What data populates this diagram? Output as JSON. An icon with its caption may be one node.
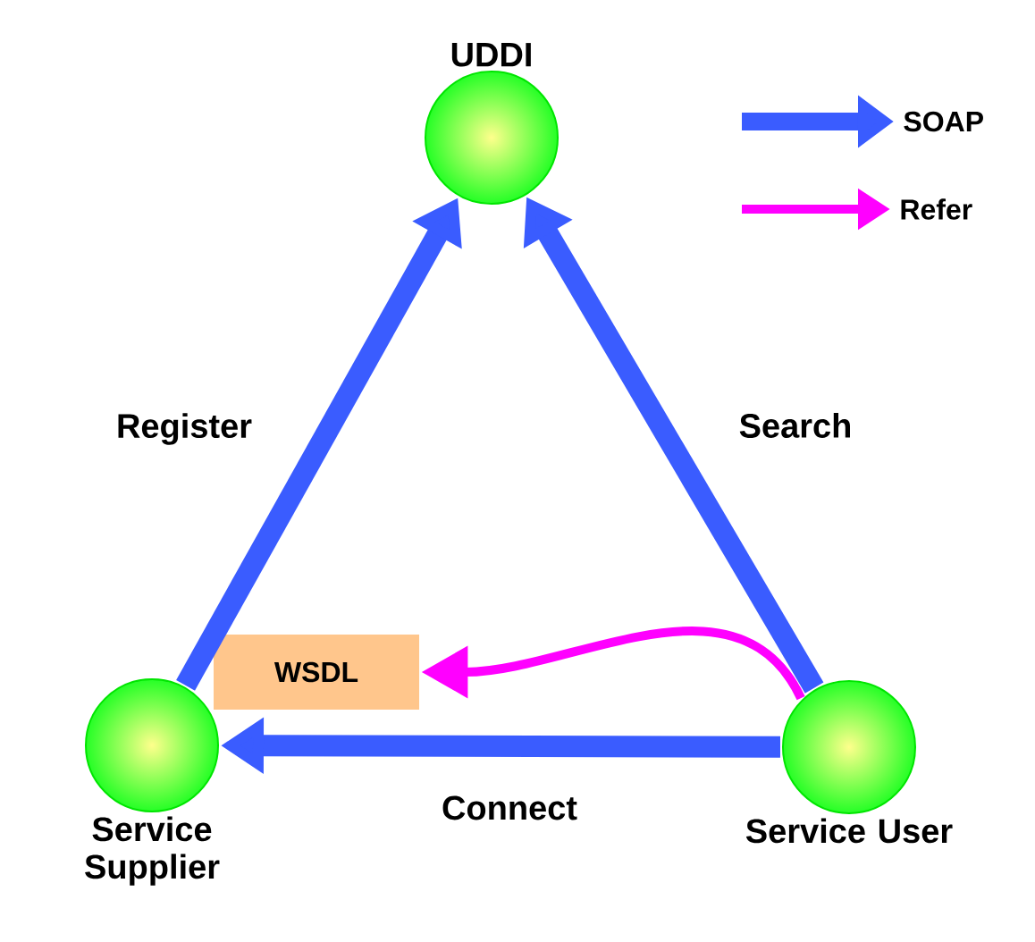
{
  "diagram": {
    "nodes": [
      {
        "text": [
          "UDDI"
        ]
      },
      {
        "text": [
          "Service Supplier"
        ]
      },
      {
        "text": [
          "Service User"
        ]
      },
      {
        "text": [
          "WSDL"
        ]
      }
    ],
    "edges": [
      {
        "from": 1,
        "to": 0,
        "arrow": "to",
        "label": "Register"
      },
      {
        "from": 2,
        "to": 0,
        "arrow": "to",
        "label": "Search"
      },
      {
        "from": 2,
        "to": 1,
        "arrow": "to",
        "label": "Connect"
      },
      {
        "from": 2,
        "to": 3,
        "arrow": "to",
        "color": "#ff00ff"
      }
    ],
    "legend": [
      {
        "text": "SOAP"
      },
      {
        "text": "Refer"
      }
    ]
  }
}
